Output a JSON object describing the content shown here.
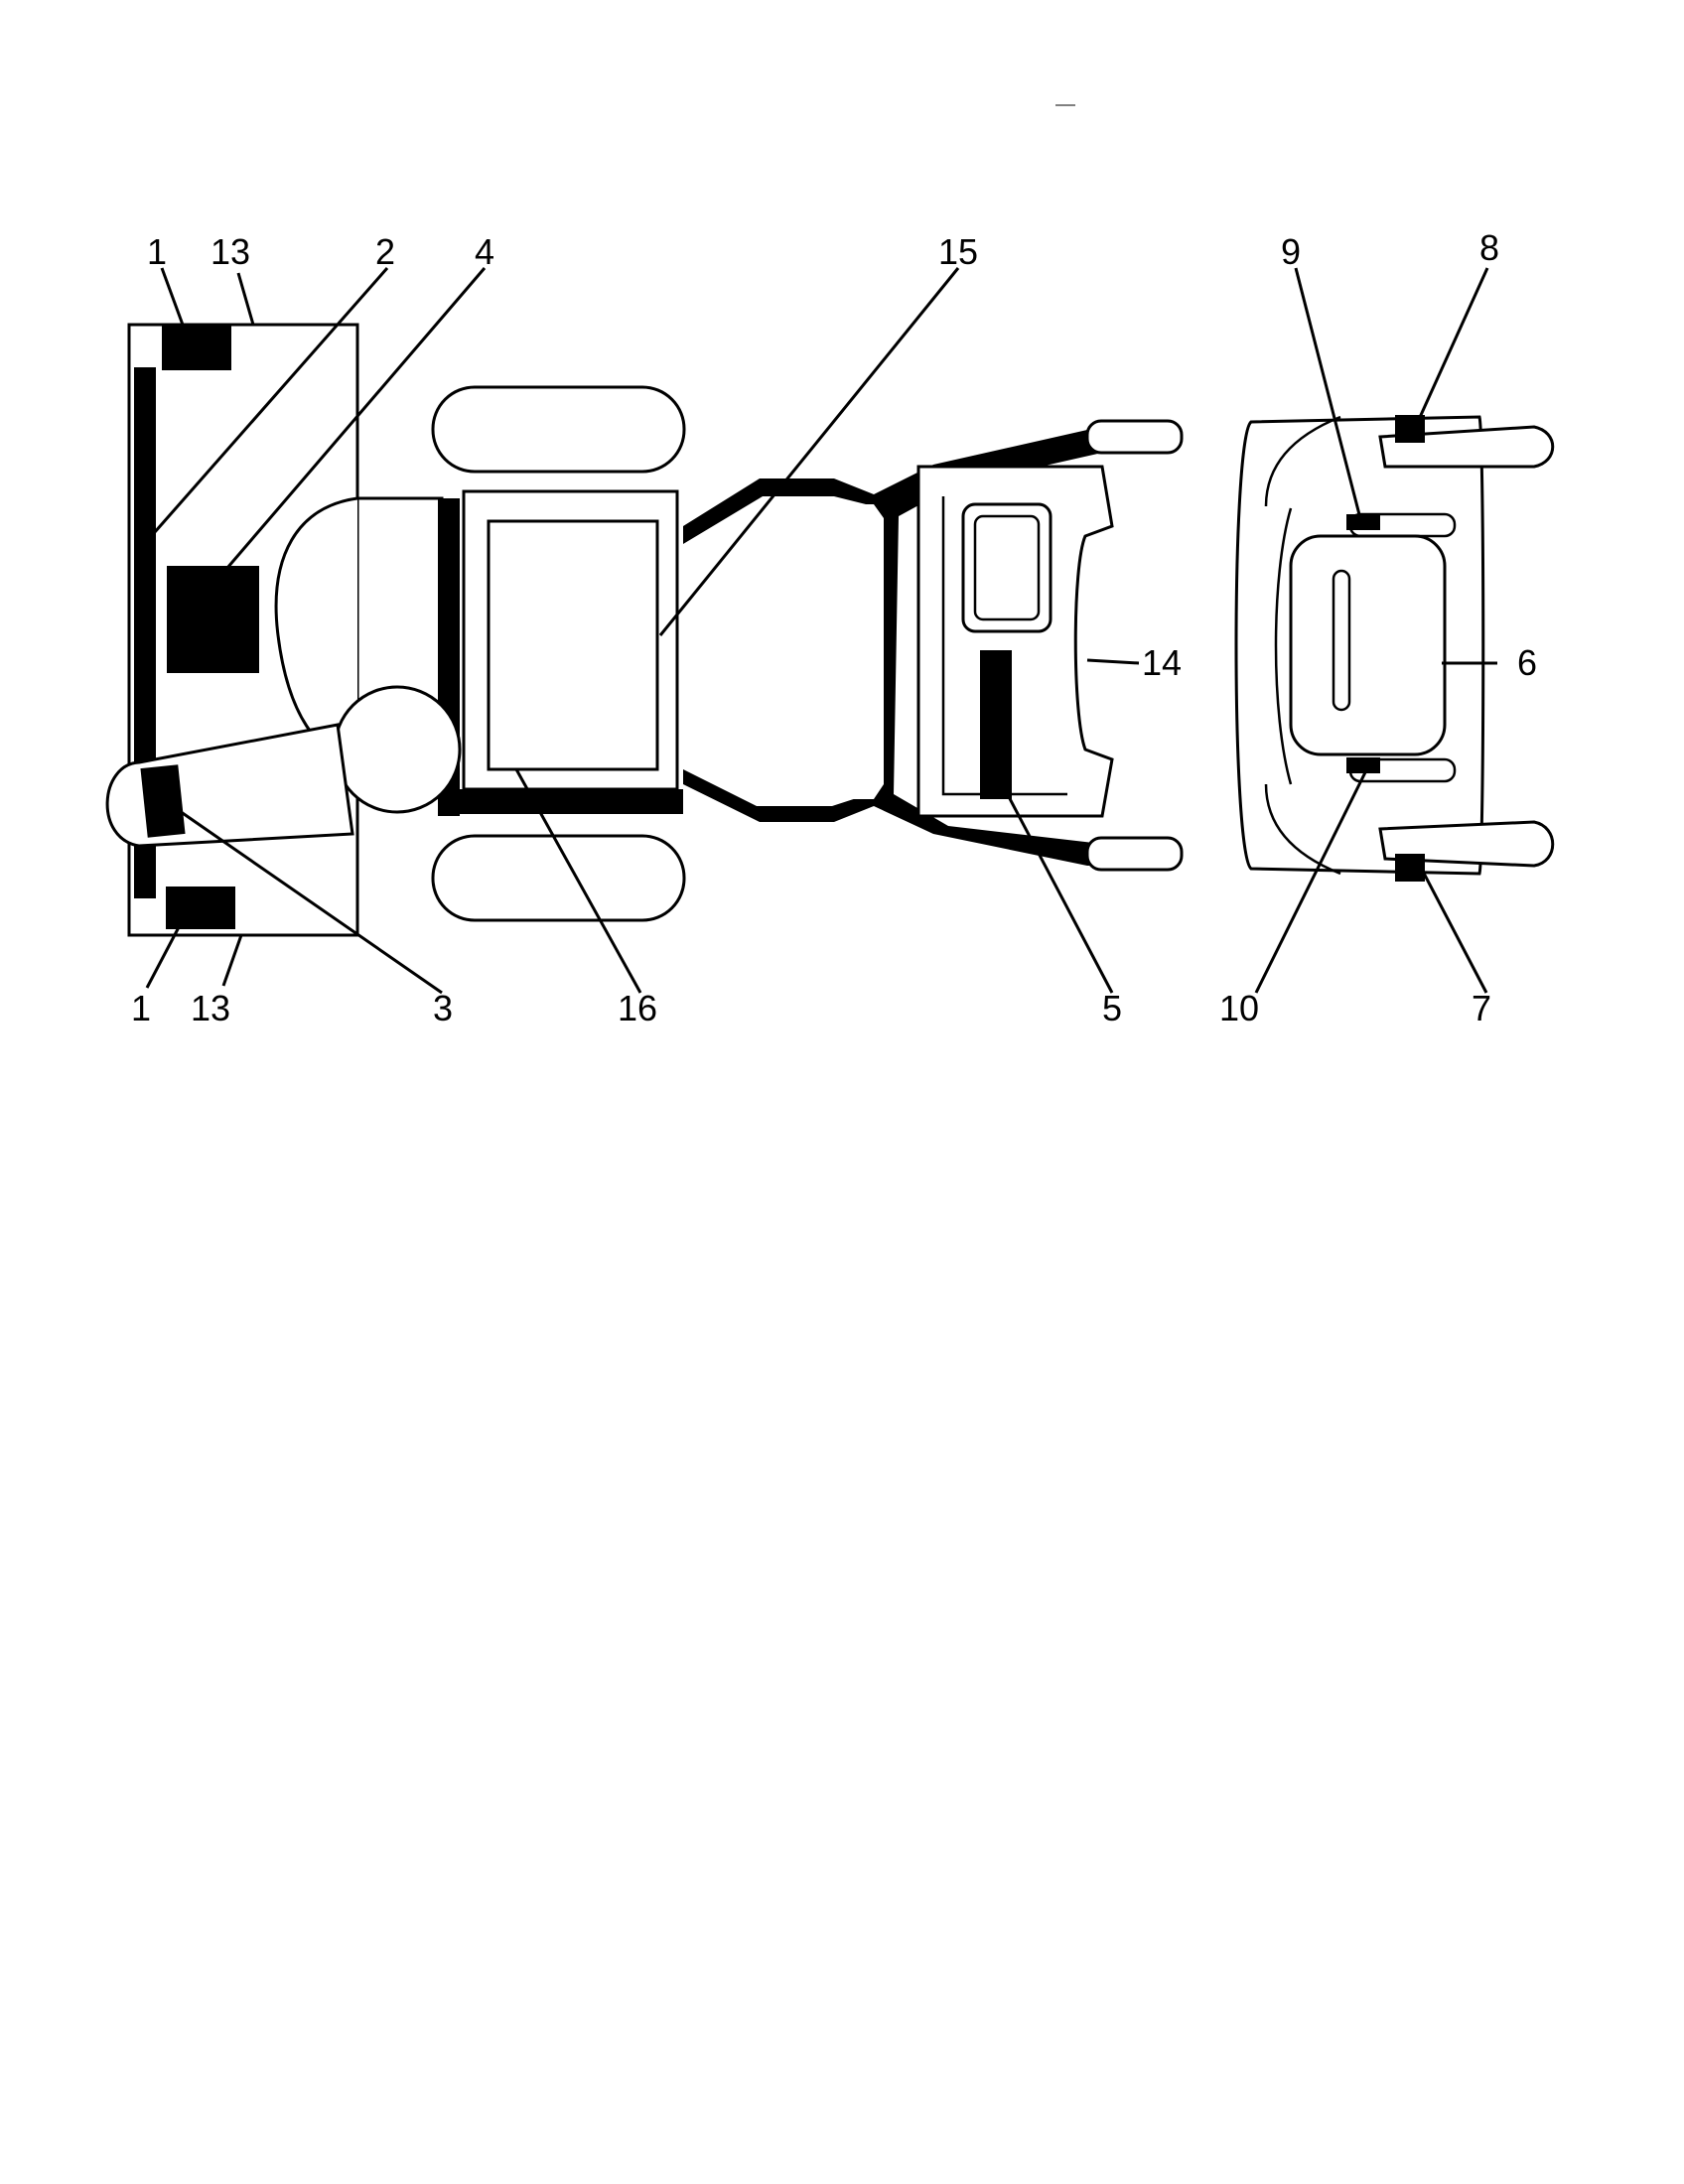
{
  "colors": {
    "ink": "#000000",
    "paper": "#ffffff"
  },
  "callouts": {
    "c1_top": "1",
    "c13_top": "13",
    "c2": "2",
    "c4": "4",
    "c15": "15",
    "c9": "9",
    "c8": "8",
    "c14": "14",
    "c6": "6",
    "c1_bottom": "1",
    "c13_bottom": "13",
    "c3": "3",
    "c16": "16",
    "c5": "5",
    "c10": "10",
    "c7": "7"
  }
}
